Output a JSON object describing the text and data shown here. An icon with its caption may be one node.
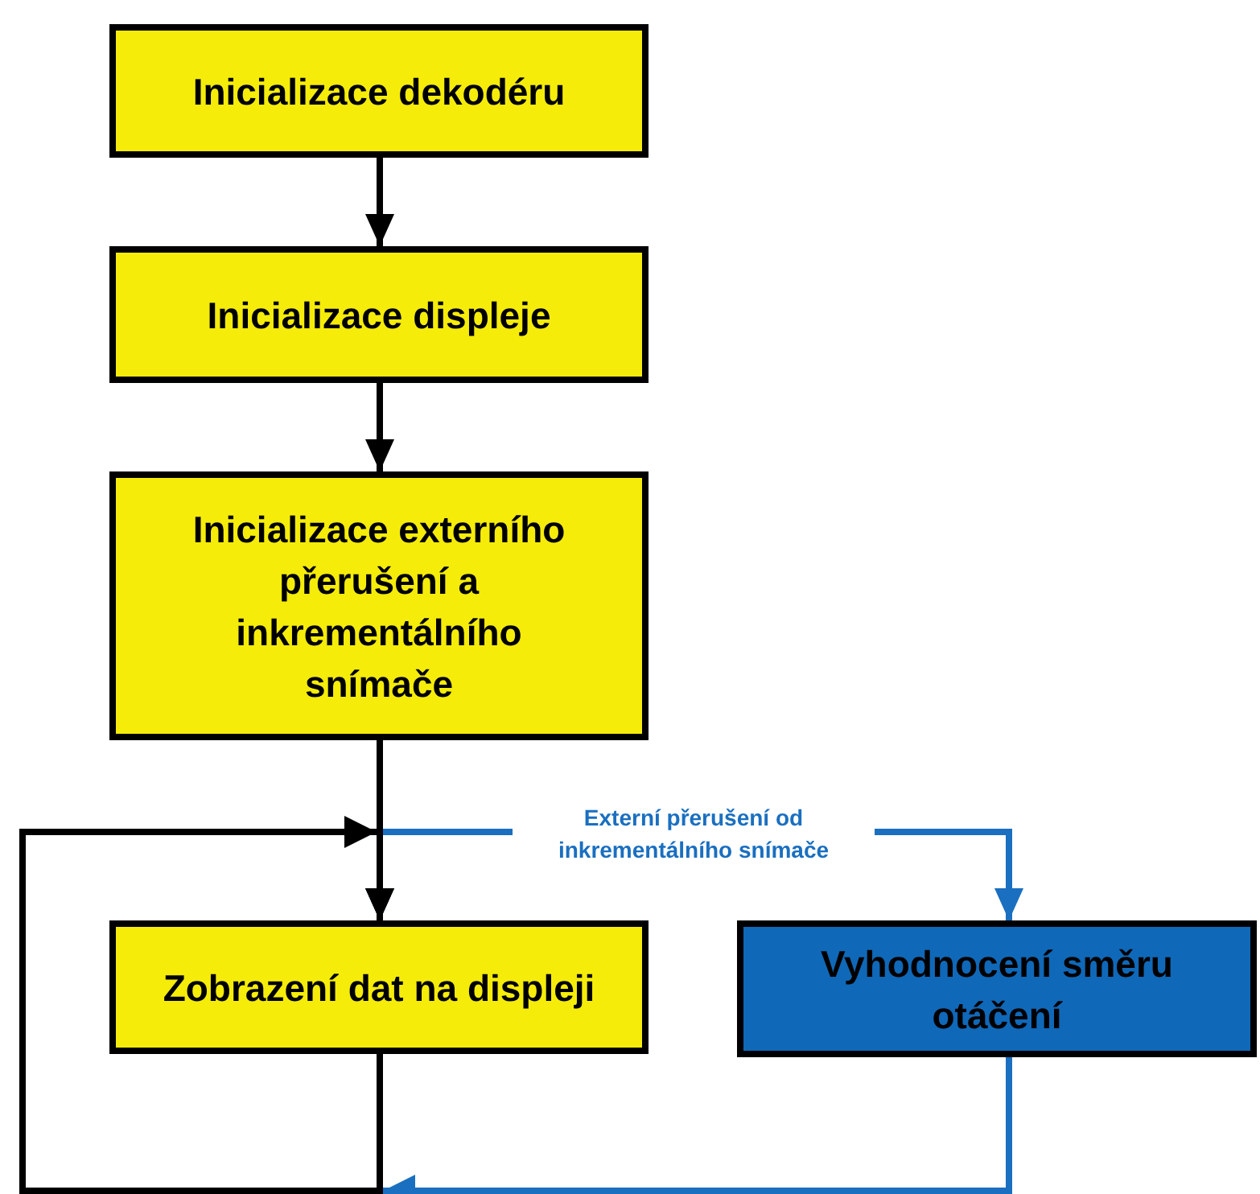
{
  "diagram": {
    "nodes": [
      {
        "text": [
          "Inicializace dekodéru"
        ]
      },
      {
        "text": [
          "Inicializace displeje"
        ]
      },
      {
        "text": [
          "Inicializace externího přerušení a inkrementálního snímače"
        ]
      },
      {
        "text": [
          "Zobrazení dat na displeji"
        ]
      },
      {
        "text": [
          "Vyhodnocení směru otáčení"
        ]
      }
    ],
    "edges": [
      {
        "from": 0,
        "to": 1,
        "arrow": "to"
      },
      {
        "from": 1,
        "to": 2,
        "arrow": "to"
      },
      {
        "from": 2,
        "to": 3,
        "arrow": "to"
      },
      {
        "from": 3,
        "to": 3,
        "arrow": "to"
      },
      {
        "from": 2,
        "to": 4,
        "arrow": "to",
        "label": "Externí přerušení od inkrementálního snímače",
        "color": "#1a6fc0"
      },
      {
        "from": 4,
        "to": 3,
        "arrow": "to",
        "color": "#1a6fc0"
      }
    ]
  }
}
